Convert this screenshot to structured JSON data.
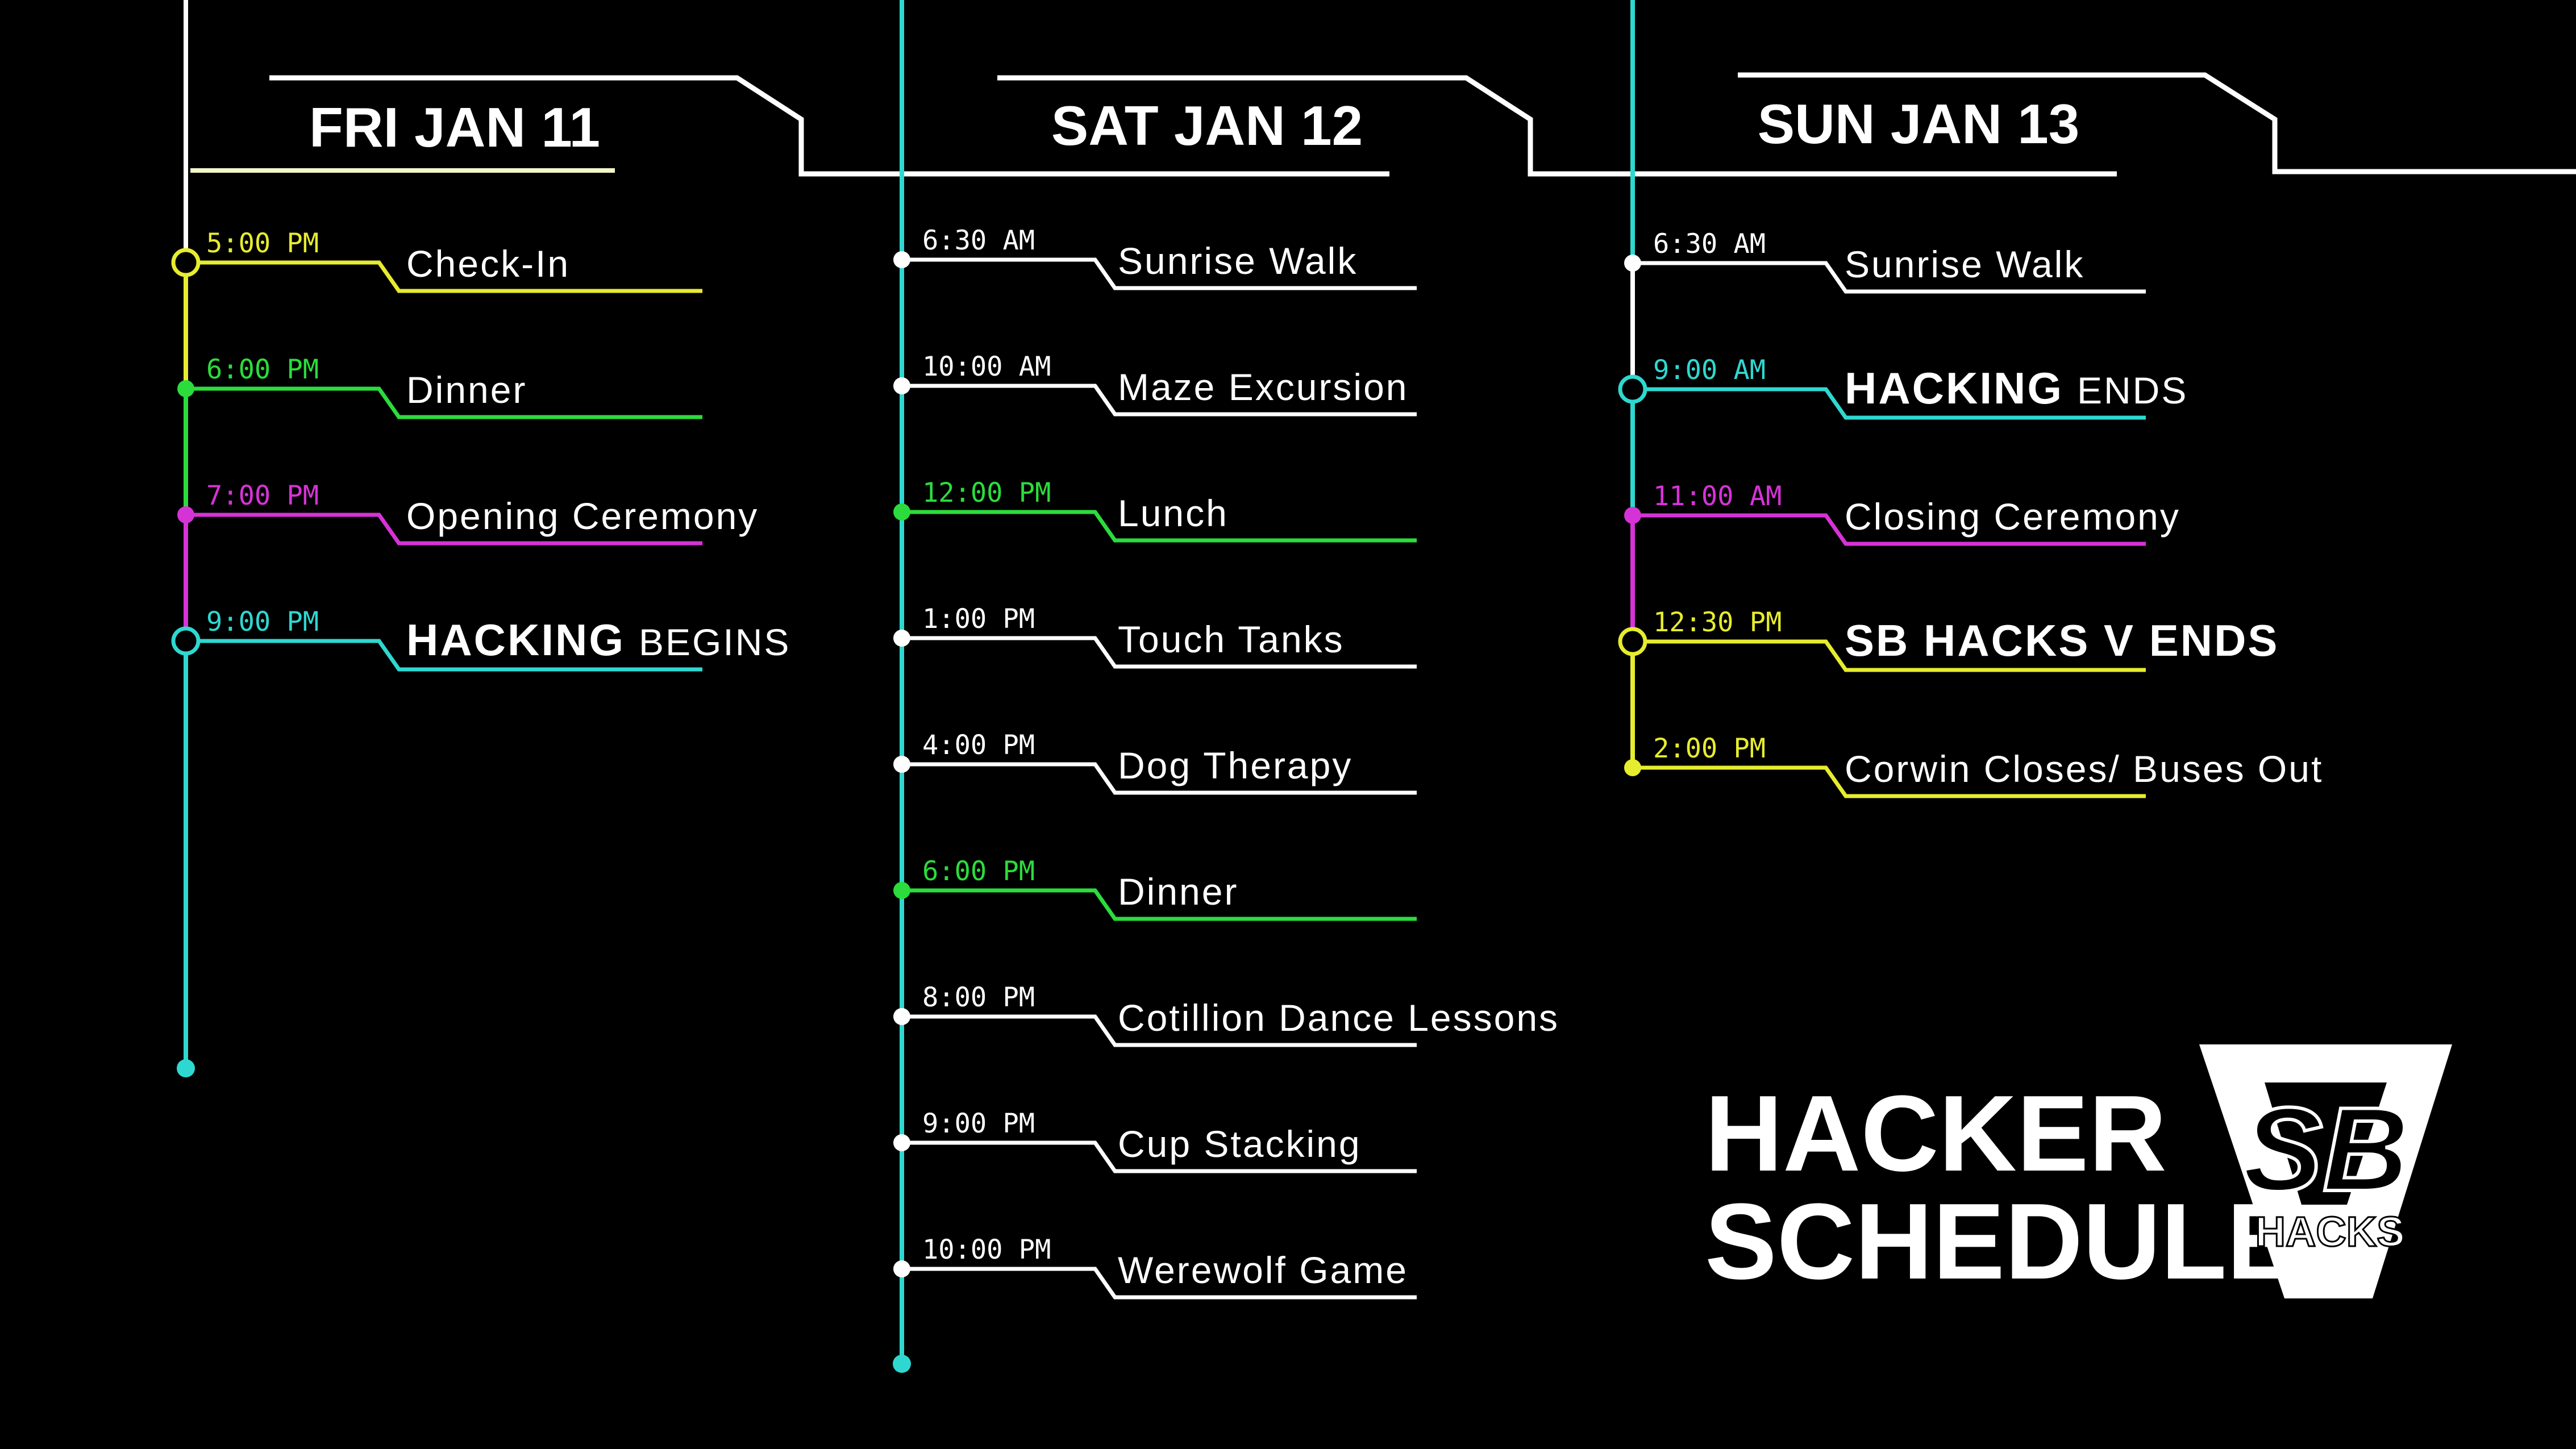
{
  "colors": {
    "background": "#000000",
    "white": "#ffffff",
    "yellow": "#e6ec2e",
    "green": "#2bdc3c",
    "magenta": "#d633d6",
    "cyan": "#2ed8d0"
  },
  "days": [
    {
      "header": "FRI JAN 11",
      "events": [
        {
          "time": "5:00 PM",
          "title": "Check-In",
          "color": "yellow",
          "marker": "ring"
        },
        {
          "time": "6:00 PM",
          "title": "Dinner",
          "color": "green",
          "marker": "dot"
        },
        {
          "time": "7:00 PM",
          "title": "Opening Ceremony",
          "color": "magenta",
          "marker": "dot"
        },
        {
          "time": "9:00 PM",
          "title_bold": "HACKING",
          "title": "BEGINS",
          "color": "cyan",
          "marker": "ring"
        }
      ]
    },
    {
      "header": "SAT JAN 12",
      "events": [
        {
          "time": "6:30 AM",
          "title": "Sunrise Walk",
          "color": "white",
          "marker": "dot"
        },
        {
          "time": "10:00 AM",
          "title": "Maze Excursion",
          "color": "white",
          "marker": "dot"
        },
        {
          "time": "12:00 PM",
          "title": "Lunch",
          "color": "green",
          "marker": "dot"
        },
        {
          "time": "1:00 PM",
          "title": "Touch Tanks",
          "color": "white",
          "marker": "dot"
        },
        {
          "time": "4:00 PM",
          "title": "Dog Therapy",
          "color": "white",
          "marker": "dot"
        },
        {
          "time": "6:00 PM",
          "title": "Dinner",
          "color": "green",
          "marker": "dot"
        },
        {
          "time": "8:00 PM",
          "title": "Cotillion Dance Lessons",
          "color": "white",
          "marker": "dot"
        },
        {
          "time": "9:00 PM",
          "title": "Cup Stacking",
          "color": "white",
          "marker": "dot"
        },
        {
          "time": "10:00 PM",
          "title": "Werewolf Game",
          "color": "white",
          "marker": "dot"
        }
      ]
    },
    {
      "header": "SUN JAN 13",
      "events": [
        {
          "time": "6:30 AM",
          "title": "Sunrise Walk",
          "color": "white",
          "marker": "dot"
        },
        {
          "time": "9:00 AM",
          "title_bold": "HACKING",
          "title": "ENDS",
          "color": "cyan",
          "marker": "ring"
        },
        {
          "time": "11:00 AM",
          "title": "Closing Ceremony",
          "color": "magenta",
          "marker": "dot"
        },
        {
          "time": "12:30 PM",
          "title_bold": "SB HACKS V ENDS",
          "title": "",
          "color": "yellow",
          "marker": "ring"
        },
        {
          "time": "2:00 PM",
          "title": "Corwin Closes/ Buses Out",
          "color": "yellow",
          "marker": "dot"
        }
      ]
    }
  ],
  "branding": {
    "title_line1": "HACKER",
    "title_line2": "SCHEDULE",
    "logo_letters": "SB",
    "logo_caption": "HACKS"
  }
}
